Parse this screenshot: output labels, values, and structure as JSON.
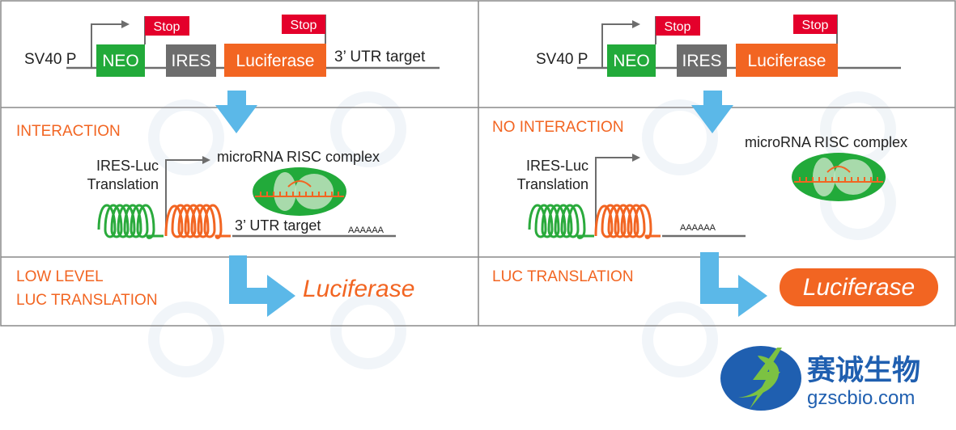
{
  "colors": {
    "neo": "#22aa3a",
    "ires": "#6d6d6d",
    "luciferase": "#f26522",
    "stop": "#e4002b",
    "arrow": "#5bb8e8",
    "section_label": "#f26522",
    "green_coil": "#2aaa3c",
    "orange_coil": "#f26522",
    "risc": "#22aa3a",
    "logo_blue": "#1f5fb0",
    "logo_green": "#7cc242",
    "watermark": "#e8eef4",
    "grid": "#888888"
  },
  "construct": {
    "promoter": "SV40 P",
    "neo": "NEO",
    "ires": "IRES",
    "luciferase": "Luciferase",
    "stop": "Stop",
    "utr_target": "3’ UTR target"
  },
  "left_panel": {
    "interaction_label": "INTERACTION",
    "ires_luc_line1": "IRES-Luc",
    "ires_luc_line2": "Translation",
    "risc_label": "microRNA RISC complex",
    "utr_label": "3’ UTR target",
    "polya": "AAAAAA",
    "result_line1": "LOW LEVEL",
    "result_line2": "LUC TRANSLATION",
    "result_product": "Luciferase"
  },
  "right_panel": {
    "interaction_label": "NO INTERACTION",
    "ires_luc_line1": "IRES-Luc",
    "ires_luc_line2": "Translation",
    "risc_label": "microRNA RISC complex",
    "polya": "AAAAAA",
    "result_label": "LUC TRANSLATION",
    "result_product": "Luciferase"
  },
  "logo": {
    "name_cn": "赛诚生物",
    "domain": "gzscbio.com",
    "icon": "lightning-s-logo-icon"
  }
}
